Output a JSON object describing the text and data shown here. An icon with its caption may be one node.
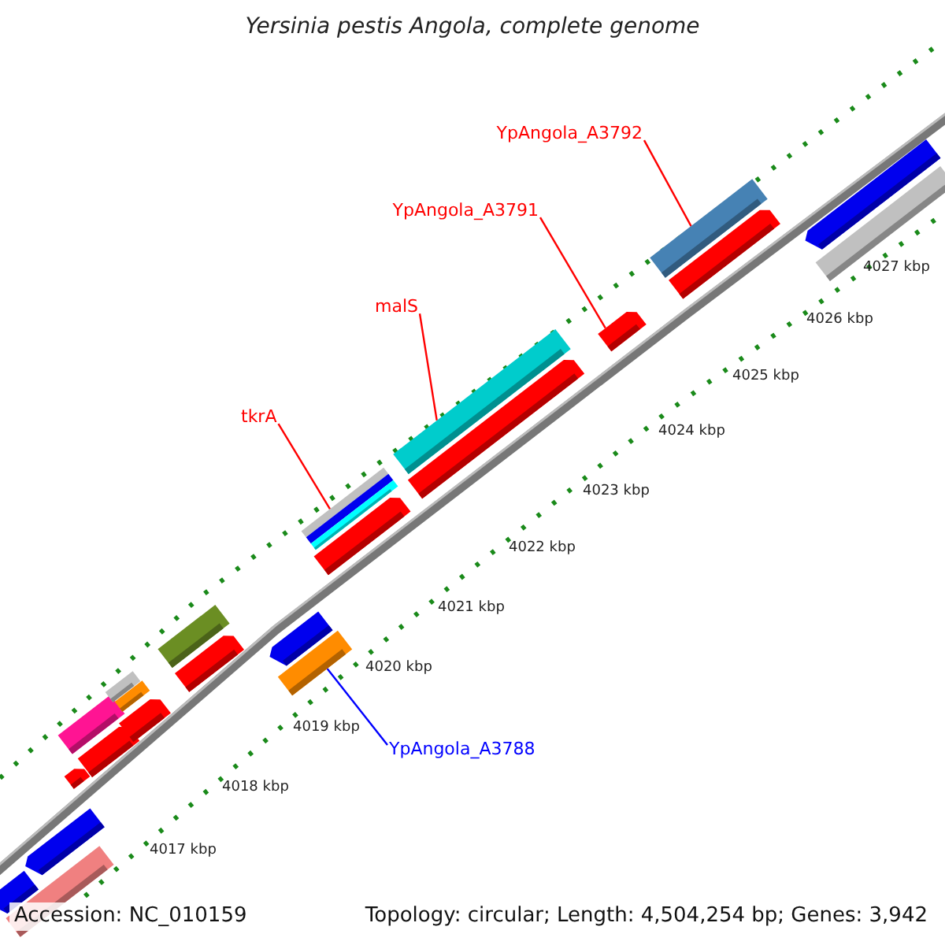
{
  "diagram": {
    "title": "Yersinia pestis Angola, complete genome",
    "nodes": [
      {
        "text": [
          "YpAngola_A3792"
        ]
      },
      {
        "text": [],
        "shape": "bar"
      },
      {
        "text": [
          "YpAngola_A3791"
        ]
      },
      {
        "text": [],
        "shape": "bar"
      },
      {
        "text": [
          "malS"
        ]
      },
      {
        "text": [],
        "shape": "bar"
      },
      {
        "text": [
          "tkrA"
        ]
      },
      {
        "text": [],
        "shape": "bar"
      },
      {
        "text": [
          "YpAngola_A3788"
        ]
      },
      {
        "text": [],
        "shape": "bar"
      },
      {
        "text": [],
        "shape": "bar"
      },
      {
        "text": [],
        "shape": "bar"
      },
      {
        "text": [],
        "shape": "bar"
      },
      {
        "text": [],
        "shape": "bar"
      },
      {
        "text": [],
        "shape": "bar"
      },
      {
        "text": [],
        "shape": "bar"
      },
      {
        "text": [],
        "shape": "bar"
      },
      {
        "text": [],
        "shape": "bar"
      },
      {
        "text": [],
        "shape": "bar"
      },
      {
        "text": [],
        "shape": "bar"
      },
      {
        "text": [],
        "shape": "bar"
      },
      {
        "text": [],
        "shape": "bar"
      },
      {
        "text": [],
        "shape": "bar"
      },
      {
        "text": [],
        "shape": "bar"
      },
      {
        "text": [],
        "shape": "bar"
      },
      {
        "text": [],
        "shape": "bar"
      },
      {
        "text": [],
        "shape": "bar"
      }
    ],
    "edges": [
      {
        "from": 0,
        "to": 1,
        "arrow": "none"
      },
      {
        "from": 2,
        "to": 3,
        "arrow": "none"
      },
      {
        "from": 4,
        "to": 5,
        "arrow": "none"
      },
      {
        "from": 6,
        "to": 7,
        "arrow": "none"
      },
      {
        "from": 8,
        "to": 9,
        "arrow": "none",
        "color": "#0000ff"
      }
    ],
    "labels": [
      "4027 kbp",
      "4026 kbp",
      "4025 kbp",
      "4024 kbp",
      "4023 kbp",
      "4022 kbp",
      "4021 kbp",
      "4020 kbp",
      "4019 kbp",
      "4018 kbp",
      "4017 kbp",
      "Accession: NC_010159",
      "Topology: circular; Length: 4,504,254 bp; Genes: 3,942"
    ]
  }
}
